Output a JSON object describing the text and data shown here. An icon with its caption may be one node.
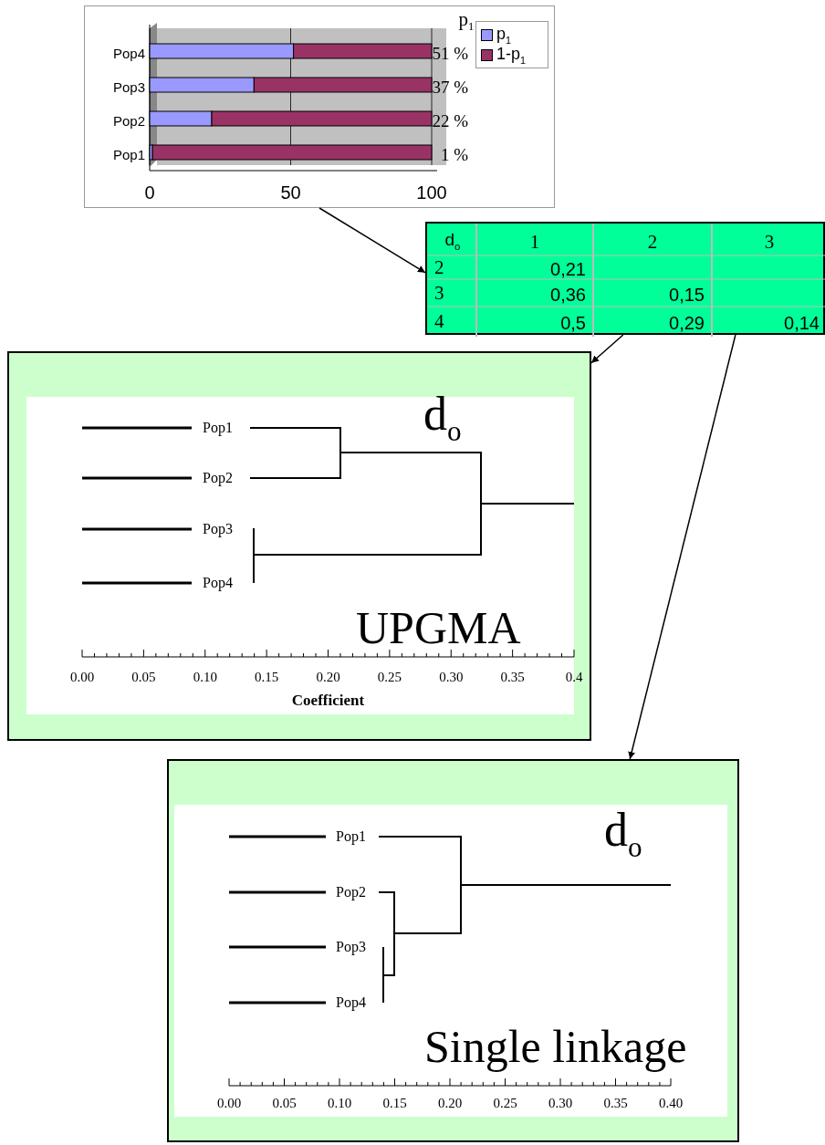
{
  "diagram": {
    "nodes": [
      {
        "text": [],
        "shape": "box"
      },
      {
        "text": [],
        "shape": "box"
      },
      {
        "text": [
          "d$_{o}$",
          "UPGMA"
        ]
      },
      {
        "text": [
          "d$_{o}$",
          "Single linkage"
        ]
      }
    ],
    "edges": [
      {
        "from": 0,
        "to": 1,
        "arrow": "to"
      },
      {
        "from": 1,
        "to": 2,
        "arrow": "to"
      },
      {
        "from": 1,
        "to": 3,
        "arrow": "to"
      }
    ],
    "labels": [
      "p$_{1}$",
      "d$_{o}$",
      "1",
      "2",
      "3",
      "2",
      "0,21",
      "3",
      "0,36",
      "0,15",
      "4",
      "0,5",
      "0,29",
      "0,14",
      "Pop1",
      "Pop2",
      "Pop3",
      "Pop4",
      "0.00",
      "0.05",
      "0.10",
      "0.15",
      "0.20",
      "0.25",
      "0.30",
      "0.35",
      "0.4",
      "Coefficient",
      "Pop1",
      "Pop2",
      "Pop3",
      "Pop4",
      "0.00",
      "0.05",
      "0.10",
      "0.15",
      "0.20",
      "0.25",
      "0.30",
      "0.35",
      "0.40"
    ],
    "chart_data": {
      "type": "bar",
      "orientation": "horizontal",
      "stacked": true,
      "categories": [
        "Pop4",
        "Pop3",
        "Pop2",
        "Pop1"
      ],
      "series": [
        {
          "name": "p$_{1}$",
          "color": "#9999ff",
          "values": [
            51,
            37,
            22,
            1
          ]
        },
        {
          "name": "1-p$_{1}$",
          "color": "#993366",
          "values": [
            49,
            63,
            78,
            99
          ]
        }
      ],
      "legend": "right",
      "xlim": [
        0,
        100
      ],
      "xticks": [
        0,
        50,
        100
      ],
      "value_labels": [
        "51 %",
        "37 %",
        "22 %",
        "1 %"
      ]
    }
  }
}
